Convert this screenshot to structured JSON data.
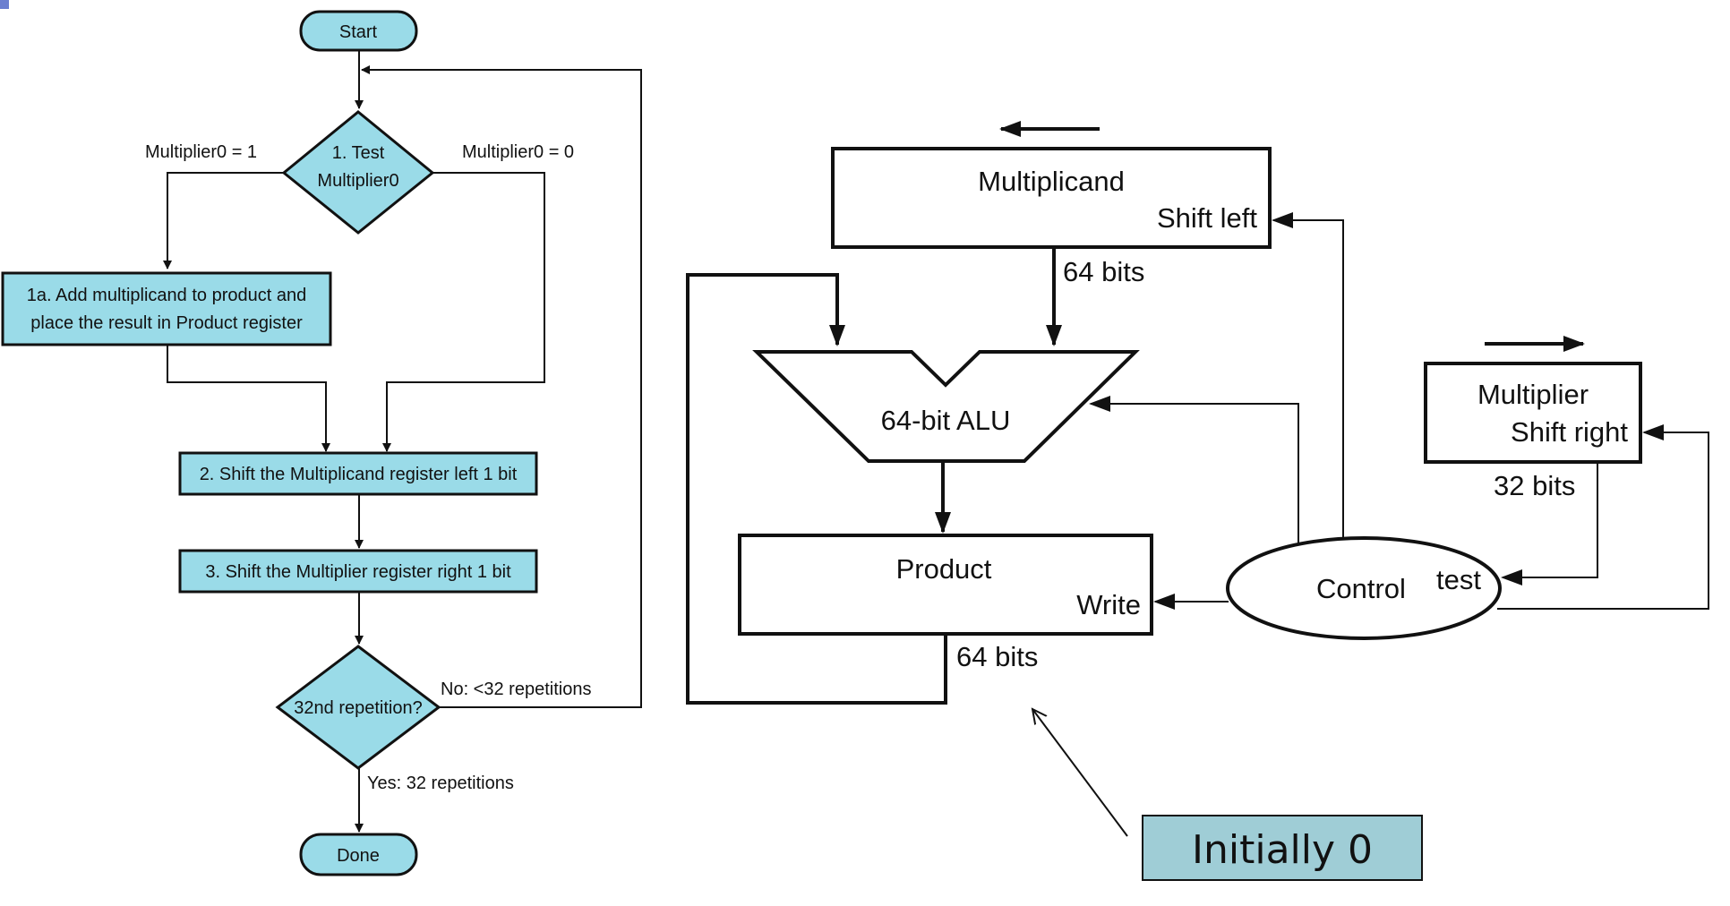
{
  "flowchart": {
    "start": "Start",
    "test": {
      "line1": "1.  Test",
      "line2": "Multiplier0"
    },
    "branch_one": "Multiplier0 = 1",
    "branch_zero": "Multiplier0 = 0",
    "step_1a": {
      "line1": "1a.  Add multiplicand to product and",
      "line2": "place the result in Product register"
    },
    "step_2": "2.  Shift the Multiplicand register left 1 bit",
    "step_3": "3.  Shift the Multiplier register right 1 bit",
    "repetition_test": "32nd repetition?",
    "no_label": "No: <32 repetitions",
    "yes_label": "Yes: 32 repetitions",
    "done": "Done"
  },
  "hardware": {
    "multiplicand": {
      "name": "Multiplicand",
      "action": "Shift left"
    },
    "multiplicand_width": "64 bits",
    "alu": "64-bit ALU",
    "product": {
      "name": "Product",
      "action": "Write"
    },
    "product_width": "64 bits",
    "multiplier": {
      "name": "Multiplier",
      "action": "Shift right"
    },
    "multiplier_width": "32 bits",
    "control": "Control",
    "test": "test"
  },
  "note": "Initially 0",
  "colors": {
    "node_fill": "#9adbe8",
    "note_fill": "#9fcdd6",
    "stroke": "#111111",
    "corner_mark": "#6b7fd0"
  }
}
